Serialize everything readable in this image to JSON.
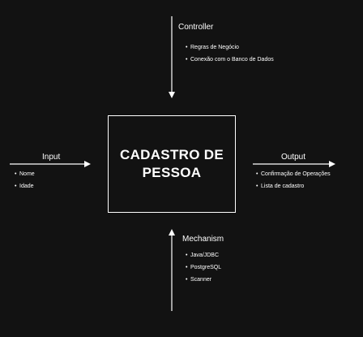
{
  "main": {
    "title": "CADASTRO DE\nPESSOA"
  },
  "controller": {
    "label": "Controller",
    "items": [
      "Regras de Negócio",
      "Conexão com o Banco de Dados"
    ]
  },
  "input": {
    "label": "Input",
    "items": [
      "Nome",
      "Idade"
    ]
  },
  "output": {
    "label": "Output",
    "items": [
      "Confirmação de Operações",
      "Lista de cadastro"
    ]
  },
  "mechanism": {
    "label": "Mechanism",
    "items": [
      "Java/JDBC",
      "PostgreSQL",
      "Scanner"
    ]
  },
  "colors": {
    "background": "#121212",
    "foreground": "#ffffff"
  }
}
